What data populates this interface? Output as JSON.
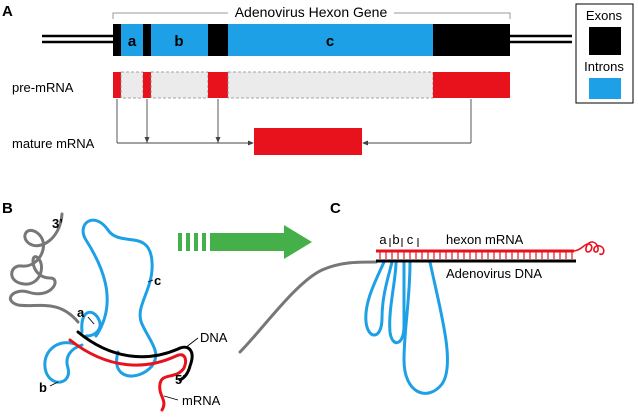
{
  "panels": {
    "a": "A",
    "b": "B",
    "c": "C"
  },
  "gene_title": "Adenovirus Hexon Gene",
  "segments": {
    "a": "a",
    "b": "b",
    "c": "c"
  },
  "row_labels": {
    "pre_mrna": "pre-mRNA",
    "mature_mrna": "mature mRNA"
  },
  "legend": {
    "exons": "Exons",
    "introns": "Introns"
  },
  "panel_b": {
    "end_3": "3’",
    "end_5": "5’",
    "loop_a": "a",
    "loop_b": "b",
    "loop_c": "c",
    "dna": "DNA",
    "mrna": "mRNA"
  },
  "panel_c": {
    "loop_a": "a",
    "loop_b": "b",
    "loop_c": "c",
    "hexon": "hexon mRNA",
    "dna": "Adenovirus DNA"
  },
  "colors": {
    "exon": "#000000",
    "intron": "#1ea0e6",
    "mrna": "#e8121c",
    "intron_spliced": "#ebebeb",
    "arrow": "#45b049",
    "strand": "#777777"
  }
}
